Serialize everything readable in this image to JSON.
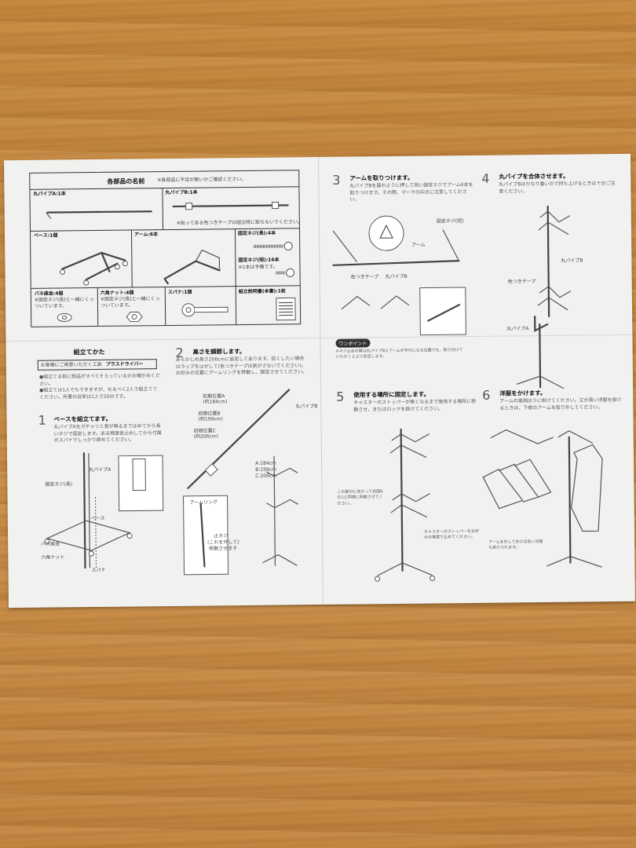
{
  "parts": {
    "title": "各部品の名前",
    "note": "※各部品に不足が無いかご確認ください。",
    "items": [
      {
        "name": "丸パイプA:1本"
      },
      {
        "name": "丸パイプB:1本",
        "note": "※貼ってある色つきテープは組立時に取らないでください。"
      },
      {
        "name": "ベース:1個"
      },
      {
        "name": "アーム:6本"
      },
      {
        "name": "固定ネジ(長):4本"
      },
      {
        "name": "固定ネジ(短):16本",
        "note": "※1本は予備です。"
      },
      {
        "name": "バネ座金:4個",
        "note": "※固定ネジ(長)と一緒にくっついています。"
      },
      {
        "name": "六角ナット:4個",
        "note": "※固定ネジ(長)と一緒にくっついています。"
      },
      {
        "name": "スパナ:1個"
      },
      {
        "name": "組立説明書(本書):1枚"
      }
    ]
  },
  "assembly": {
    "title": "組立てかた",
    "tool_label": "お客様にご用意いただく工具",
    "tool": "プラスドライバー",
    "bullets": [
      "●組立てる前に部品がすべてそろっているかお確かめください。",
      "●組立ては1人でもできますが、なるべく2人で組立ててください。所要の目安は1人で20分です。"
    ]
  },
  "steps": [
    {
      "num": "1",
      "title": "ベースを組立てます。",
      "text": "丸パイプAをガチャリと音が鳴るまではめてから長いネジで固定します。ある程度仮止めしてから付属のスパナでしっかり締めてください。",
      "labels": [
        "丸パイプA",
        "固定ネジ(長)",
        "ベース",
        "バネ座金",
        "六角ナット",
        "スパナ"
      ]
    },
    {
      "num": "2",
      "title": "高さを調節します。",
      "text": "あらかじめ高さ206cmに設定してあります。低くしたい場合はラップをはがして(色つきテープは剥がさないでください)。お好みの位置にアームリングを移動し、固定させてください。",
      "labels": [
        "初期位置A",
        "(約184cm)",
        "初期位置B",
        "(約199cm)",
        "初期位置C",
        "(約206cm)",
        "丸パイプB",
        "A:184cm",
        "B:199cm",
        "C:206cm",
        "アームリング",
        "止ネジ",
        "(これを外して)",
        "移動させます"
      ]
    },
    {
      "num": "3",
      "title": "アームを取りつけます。",
      "text": "丸パイプBを図のように押して短い固定ネジでアーム6本を取りつけます。その際、マークの向きに注意してください。",
      "labels": [
        "固定ネジ(短)",
        "アーム",
        "色つきテープ",
        "丸パイプB"
      ]
    },
    {
      "num": "4",
      "title": "丸パイプを合体させます。",
      "text": "丸パイプBはかなり重いので持ち上げるときは十分ご注意ください。",
      "labels": [
        "丸パイプB",
        "色つきテープ",
        "丸パイプA"
      ]
    },
    {
      "num": "5",
      "title": "使用する場所に固定します。",
      "text": "キャスターのストッパーが無くなるまで使用する場所に移動させ、またはロックを掛けてください。",
      "labels": [
        "この部分に向かって右図Bの1と同様に移動させてください。",
        "キャスターのストッパーをお好みの角度で止めてください。"
      ]
    },
    {
      "num": "6",
      "title": "洋服をかけます。",
      "text": "アームの奥側ほうに掛けてください。丈が長い洋服を掛けるときは、下側のアームを取り外してください。",
      "labels": [
        "アームを外しておけば長い洋服も掛けられます。"
      ]
    }
  ],
  "onepoint": {
    "badge": "ワンポイント",
    "text": "※ネジ止めの際は丸パイプBとアームが平行になる位置でも、取り付けていただくとより安定します。"
  }
}
